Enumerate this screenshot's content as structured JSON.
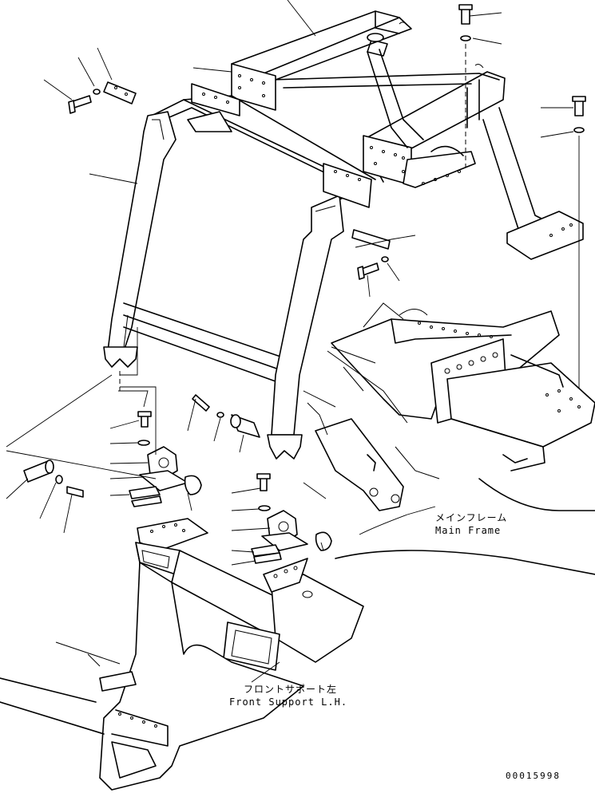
{
  "labels": {
    "main_frame_ja": "メインフレーム",
    "main_frame_en": "Main Frame",
    "front_support_ja": "フロントサポート左",
    "front_support_en": "Front Support L.H.",
    "document_number": "00015998"
  },
  "style": {
    "ink_color": "#000000",
    "background_color": "#ffffff"
  }
}
